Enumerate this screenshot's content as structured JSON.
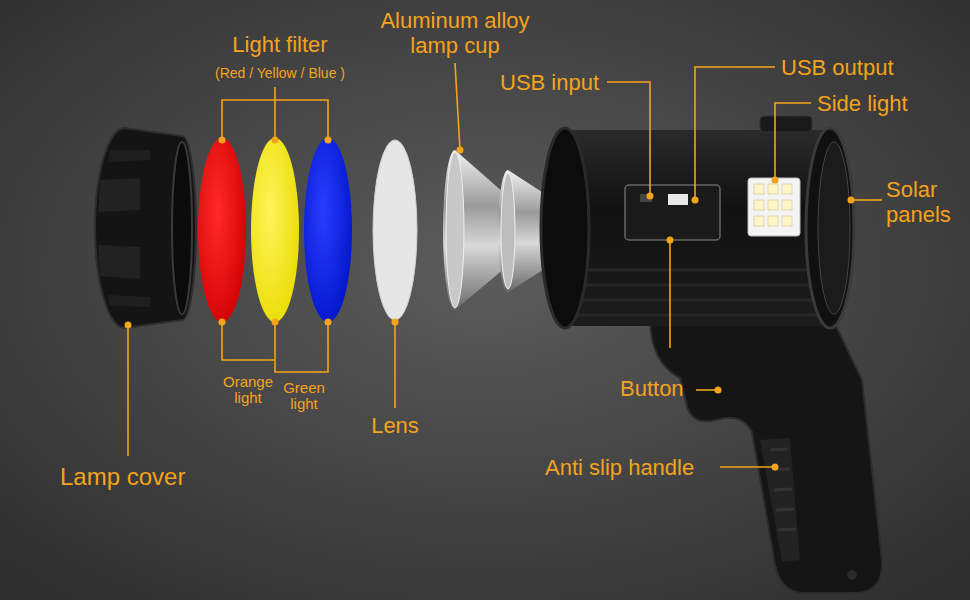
{
  "diagram": {
    "labels": [
      "Light filter",
      "(Red / Yellow / Blue )",
      "Aluminum alloy lamp cup",
      "USB input",
      "USB output",
      "Side light",
      "Solar panels",
      "Orange light",
      "Green light",
      "Lens",
      "Button",
      "Anti slip handle",
      "Lamp cover"
    ]
  }
}
